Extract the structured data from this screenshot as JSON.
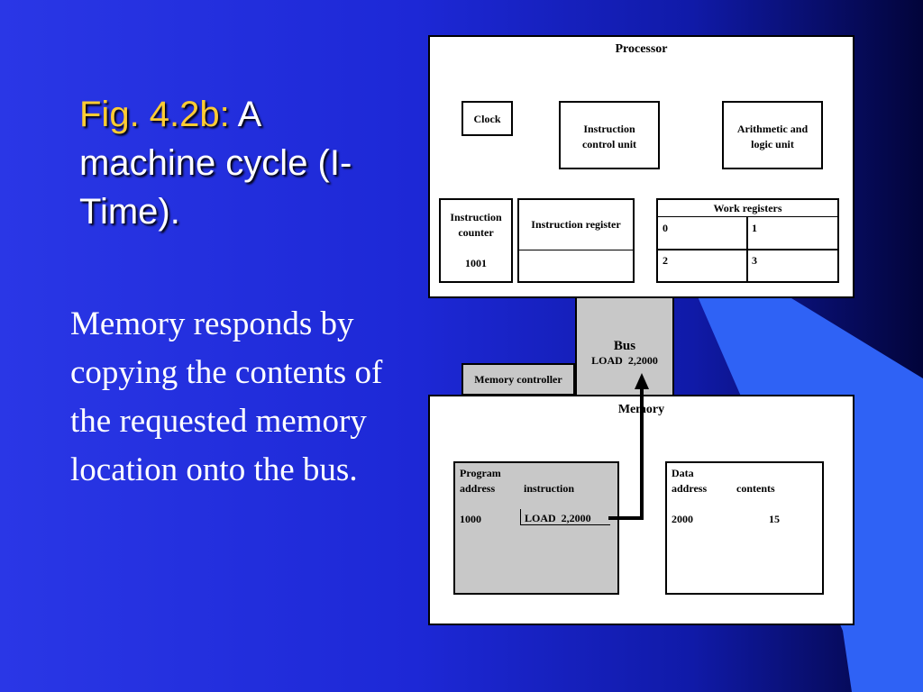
{
  "slide": {
    "title_prefix": "Fig. 4.2b:",
    "title_rest": "A machine cycle (I-Time).",
    "body": "Memory responds by copying the contents of the requested memory location onto the bus."
  },
  "processor": {
    "label": "Processor",
    "clock": "Clock",
    "icu_line1": "Instruction",
    "icu_line2": "control unit",
    "alu_line1": "Arithmetic and",
    "alu_line2": "logic unit",
    "ic_line1": "Instruction",
    "ic_line2": "counter",
    "ic_value": "1001",
    "ir_label": "Instruction register",
    "work_label": "Work registers",
    "reg0": "0",
    "reg1": "1",
    "reg2": "2",
    "reg3": "3"
  },
  "bus": {
    "label": "Bus",
    "content": "LOAD  2,2000"
  },
  "memory_controller": "Memory controller",
  "memory": {
    "label": "Memory",
    "program": {
      "title": "Program",
      "col_address": "address",
      "col_instruction": "instruction",
      "address": "1000",
      "instruction": "LOAD  2,2000"
    },
    "data": {
      "title": "Data",
      "col_address": "address",
      "col_contents": "contents",
      "address": "2000",
      "contents": "15"
    }
  },
  "colors": {
    "title_highlight": "#ffcc33",
    "background": "#1d28d6",
    "bus_fill": "#c8c8c8",
    "program_fill": "#c8c8c8"
  }
}
